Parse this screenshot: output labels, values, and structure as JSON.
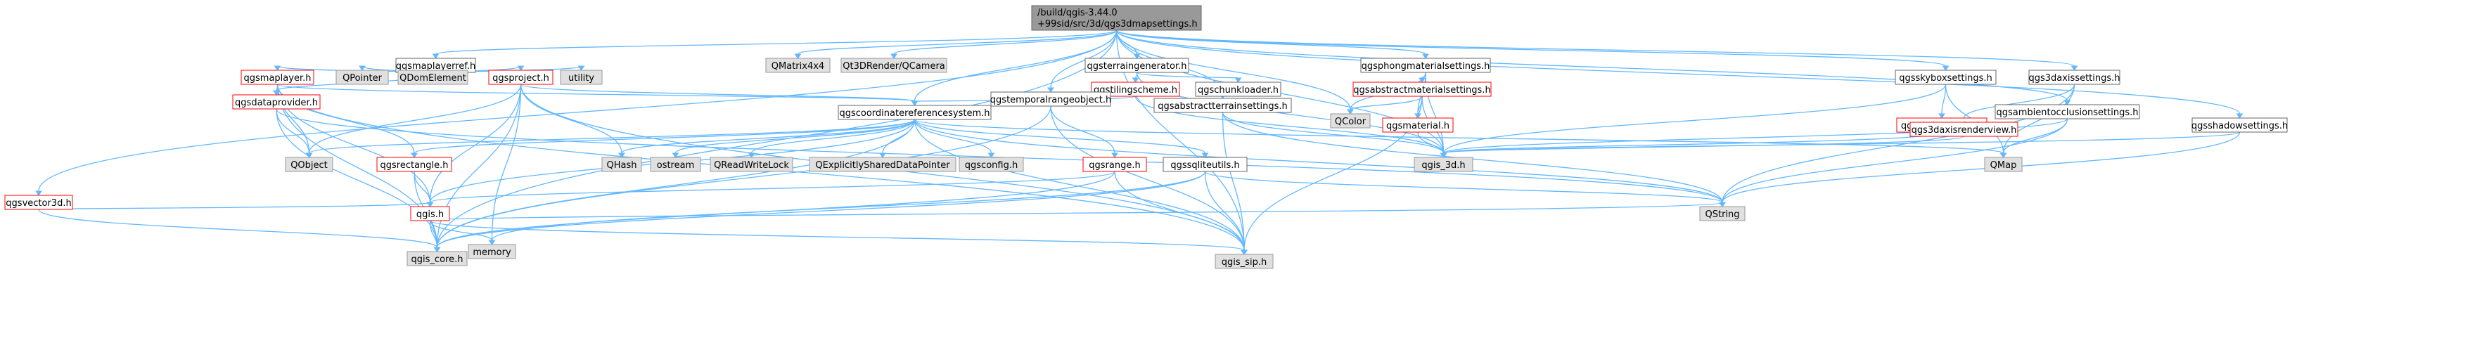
{
  "colors": {
    "root_fill": "#999999",
    "normal_fill": "#ffffff",
    "normal_border": "#666666",
    "red_border": "#ff0000",
    "external_fill": "#e0e0e0",
    "external_border": "#999999",
    "edge": "#63b8ff",
    "text": "#000000",
    "red_text": "#ff0000"
  },
  "root": {
    "line1": "/build/qgis-3.44.0",
    "line2": "+99sid/src/3d/qgs3dmapsettings.h"
  },
  "nodes": [
    {
      "id": "qgsmaplayerref",
      "label": "qgsmaplayerref.h",
      "style": "normal"
    },
    {
      "id": "qmatrix4x4",
      "label": "QMatrix4x4",
      "style": "external"
    },
    {
      "id": "qt3drender",
      "label": "Qt3DRender/QCamera",
      "style": "external"
    },
    {
      "id": "qgsterraingenerator",
      "label": "qgsterraingenerator.h",
      "style": "normal"
    },
    {
      "id": "qgsphongmaterialsettings",
      "label": "qgsphongmaterialsettings.h",
      "style": "normal"
    },
    {
      "id": "qgsskyboxsettings",
      "label": "qgsskyboxsettings.h",
      "style": "normal"
    },
    {
      "id": "qgs3daxissettings",
      "label": "qgs3daxissettings.h",
      "style": "normal"
    },
    {
      "id": "qgsvector3d",
      "label": "qgsvector3d.h",
      "style": "red"
    },
    {
      "id": "qgsmaplayer",
      "label": "qgsmaplayer.h",
      "style": "red"
    },
    {
      "id": "qpointer",
      "label": "QPointer",
      "style": "external"
    },
    {
      "id": "qdomelement",
      "label": "QDomElement",
      "style": "external"
    },
    {
      "id": "qgsproject",
      "label": "qgsproject.h",
      "style": "red"
    },
    {
      "id": "utility",
      "label": "utility",
      "style": "external"
    },
    {
      "id": "qgstilingscheme",
      "label": "qgstilingscheme.h",
      "style": "red"
    },
    {
      "id": "qgschunkloader",
      "label": "qgschunkloader.h",
      "style": "normal"
    },
    {
      "id": "qgsabstractmaterialsettings",
      "label": "qgsabstractmaterialsettings.h",
      "style": "red"
    },
    {
      "id": "qgsdataprovider",
      "label": "qgsdataprovider.h",
      "style": "red"
    },
    {
      "id": "qgscoordinatereferencesystem",
      "label": "qgscoordinatereferencesystem.h",
      "style": "normal"
    },
    {
      "id": "qgstemporalrangeobject",
      "label": "qgstemporalrangeobject.h",
      "style": "normal"
    },
    {
      "id": "qgsabstractterrainsettings",
      "label": "qgsabstractterrainsettings.h",
      "style": "normal"
    },
    {
      "id": "qcolor",
      "label": "QColor",
      "style": "external"
    },
    {
      "id": "qgsmaterial",
      "label": "qgsmaterial.h",
      "style": "red"
    },
    {
      "id": "qgsskyboxentity",
      "label": "qgsskyboxentity.h",
      "style": "red"
    },
    {
      "id": "qgs3daxisrenderview",
      "label": "qgs3daxisrenderview.h",
      "style": "red"
    },
    {
      "id": "qgsambientocclusionsettings",
      "label": "qgsambientocclusionsettings.h",
      "style": "normal"
    },
    {
      "id": "qgsshadowsettings",
      "label": "qgsshadowsettings.h",
      "style": "normal"
    },
    {
      "id": "qobject",
      "label": "QObject",
      "style": "external"
    },
    {
      "id": "qgsrectangle",
      "label": "qgsrectangle.h",
      "style": "red"
    },
    {
      "id": "qhash",
      "label": "QHash",
      "style": "external"
    },
    {
      "id": "ostream",
      "label": "ostream",
      "style": "external"
    },
    {
      "id": "qreadwritelock",
      "label": "QReadWriteLock",
      "style": "external"
    },
    {
      "id": "qexplicitlyshareddatapointer",
      "label": "QExplicitlySharedDataPointer",
      "style": "external"
    },
    {
      "id": "qgsconfig",
      "label": "qgsconfig.h",
      "style": "external"
    },
    {
      "id": "qgsrange",
      "label": "qgsrange.h",
      "style": "red"
    },
    {
      "id": "qgssqliteutils",
      "label": "qgssqliteutils.h",
      "style": "normal"
    },
    {
      "id": "qgs_3d",
      "label": "qgis_3d.h",
      "style": "external"
    },
    {
      "id": "qmap",
      "label": "QMap",
      "style": "external"
    },
    {
      "id": "qgis",
      "label": "qgis.h",
      "style": "red"
    },
    {
      "id": "qstring",
      "label": "QString",
      "style": "external"
    },
    {
      "id": "memory",
      "label": "memory",
      "style": "external"
    },
    {
      "id": "qgis_core",
      "label": "qgis_core.h",
      "style": "external"
    },
    {
      "id": "qgis_sip",
      "label": "qgis_sip.h",
      "style": "external"
    }
  ],
  "edges": [
    [
      "root",
      "qgsmaplayerref"
    ],
    [
      "root",
      "qmatrix4x4"
    ],
    [
      "root",
      "qt3drender"
    ],
    [
      "root",
      "qgsterraingenerator"
    ],
    [
      "root",
      "qgsphongmaterialsettings"
    ],
    [
      "root",
      "qgsskyboxsettings"
    ],
    [
      "root",
      "qgs3daxissettings"
    ],
    [
      "root",
      "qgsvector3d"
    ],
    [
      "root",
      "qgscoordinatereferencesystem"
    ],
    [
      "root",
      "qgstemporalrangeobject"
    ],
    [
      "root",
      "qgsabstractterrainsettings"
    ],
    [
      "root",
      "qcolor"
    ],
    [
      "root",
      "qgsambientocclusionsettings"
    ],
    [
      "root",
      "qgsshadowsettings"
    ],
    [
      "root",
      "qgs_3d"
    ],
    [
      "root",
      "qgis_core"
    ],
    [
      "root",
      "qgis_sip"
    ],
    [
      "qgsmaplayerref",
      "qgsmaplayer"
    ],
    [
      "qgsmaplayerref",
      "qpointer"
    ],
    [
      "qgsmaplayerref",
      "qdomelement"
    ],
    [
      "qgsmaplayerref",
      "qgsproject"
    ],
    [
      "qgsmaplayerref",
      "utility"
    ],
    [
      "qgsmaplayerref",
      "qgsdataprovider"
    ],
    [
      "qgsterraingenerator",
      "qgstilingscheme"
    ],
    [
      "qgsterraingenerator",
      "qgschunkloader"
    ],
    [
      "qgsterraingenerator",
      "qgs_3d"
    ],
    [
      "qgsphongmaterialsettings",
      "qgsabstractmaterialsettings"
    ],
    [
      "qgsphongmaterialsettings",
      "qgsmaterial"
    ],
    [
      "qgsphongmaterialsettings",
      "qcolor"
    ],
    [
      "qgsphongmaterialsettings",
      "qgs_3d"
    ],
    [
      "qgsskyboxsettings",
      "qgsskyboxentity"
    ],
    [
      "qgsskyboxsettings",
      "qmap"
    ],
    [
      "qgsskyboxsettings",
      "qgs_3d"
    ],
    [
      "qgs3daxissettings",
      "qgs3daxisrenderview"
    ],
    [
      "qgs3daxissettings",
      "qmap"
    ],
    [
      "qgs3daxissettings",
      "qstring"
    ],
    [
      "qgsvector3d",
      "qgis"
    ],
    [
      "qgsvector3d",
      "qgis_core"
    ],
    [
      "qgsmaplayer",
      "qgsdataprovider"
    ],
    [
      "qgsmaplayer",
      "qobject"
    ],
    [
      "qgsmaplayer",
      "qgsrectangle"
    ],
    [
      "qgsmaplayer",
      "qgscoordinatereferencesystem"
    ],
    [
      "qgsmaplayer",
      "qgis"
    ],
    [
      "qgsmaplayer",
      "qgis_core"
    ],
    [
      "qgsmaplayer",
      "qgis_sip"
    ],
    [
      "qgsproject",
      "qobject"
    ],
    [
      "qgsproject",
      "qgscoordinatereferencesystem"
    ],
    [
      "qgsproject",
      "qhash"
    ],
    [
      "qgsproject",
      "qgis"
    ],
    [
      "qgsproject",
      "memory"
    ],
    [
      "qgsproject",
      "qgis_core"
    ],
    [
      "qgsproject",
      "qgis_sip"
    ],
    [
      "qgstilingscheme",
      "qgscoordinatereferencesystem"
    ],
    [
      "qgstilingscheme",
      "qgs_3d"
    ],
    [
      "qgsabstractmaterialsettings",
      "qgsmaterial"
    ],
    [
      "qgsabstractmaterialsettings",
      "qcolor"
    ],
    [
      "qgsabstractmaterialsettings",
      "qgs_3d"
    ],
    [
      "qgsabstractmaterialsettings",
      "qgis_sip"
    ],
    [
      "qgsdataprovider",
      "qobject"
    ],
    [
      "qgsdataprovider",
      "qgis_core"
    ],
    [
      "qgsdataprovider",
      "qstring"
    ],
    [
      "qgscoordinatereferencesystem",
      "qobject"
    ],
    [
      "qgscoordinatereferencesystem",
      "qgsrectangle"
    ],
    [
      "qgscoordinatereferencesystem",
      "qhash"
    ],
    [
      "qgscoordinatereferencesystem",
      "ostream"
    ],
    [
      "qgscoordinatereferencesystem",
      "qreadwritelock"
    ],
    [
      "qgscoordinatereferencesystem",
      "qexplicitlyshareddatapointer"
    ],
    [
      "qgscoordinatereferencesystem",
      "qgsconfig"
    ],
    [
      "qgscoordinatereferencesystem",
      "qgssqliteutils"
    ],
    [
      "qgscoordinatereferencesystem",
      "qgis"
    ],
    [
      "qgscoordinatereferencesystem",
      "qstring"
    ],
    [
      "qgscoordinatereferencesystem",
      "qmap"
    ],
    [
      "qgscoordinatereferencesystem",
      "qgis_core"
    ],
    [
      "qgscoordinatereferencesystem",
      "qgis_sip"
    ],
    [
      "qgstemporalrangeobject",
      "qgsrange"
    ],
    [
      "qgstemporalrangeobject",
      "qgis_core"
    ],
    [
      "qgstemporalrangeobject",
      "qgis_sip"
    ],
    [
      "qgsabstractterrainsettings",
      "qgs_3d"
    ],
    [
      "qgsabstractterrainsettings",
      "qgis_sip"
    ],
    [
      "qgsabstractterrainsettings",
      "qstring"
    ],
    [
      "qgsmaterial",
      "qgs_3d"
    ],
    [
      "qgsskyboxentity",
      "qgs_3d"
    ],
    [
      "qgs3daxisrenderview",
      "qgs_3d"
    ],
    [
      "qgsambientocclusionsettings",
      "qgs_3d"
    ],
    [
      "qgsambientocclusionsettings",
      "qmap"
    ],
    [
      "qgsambientocclusionsettings",
      "qstring"
    ],
    [
      "qgsshadowsettings",
      "qgs_3d"
    ],
    [
      "qgsshadowsettings",
      "qstring"
    ],
    [
      "qgsrectangle",
      "qgis"
    ],
    [
      "qgsrectangle",
      "qgis_core"
    ],
    [
      "qgsrange",
      "qgis"
    ],
    [
      "qgsrange",
      "qgis_core"
    ],
    [
      "qgsrange",
      "qgis_sip"
    ],
    [
      "qgssqliteutils",
      "qgis_sip"
    ],
    [
      "qgssqliteutils",
      "qgis_core"
    ],
    [
      "qgssqliteutils",
      "qstring"
    ],
    [
      "qgssqliteutils",
      "memory"
    ],
    [
      "qgis",
      "qstring"
    ],
    [
      "qgis",
      "memory"
    ],
    [
      "qgis",
      "qgis_core"
    ],
    [
      "qgis",
      "qgis_sip"
    ]
  ]
}
